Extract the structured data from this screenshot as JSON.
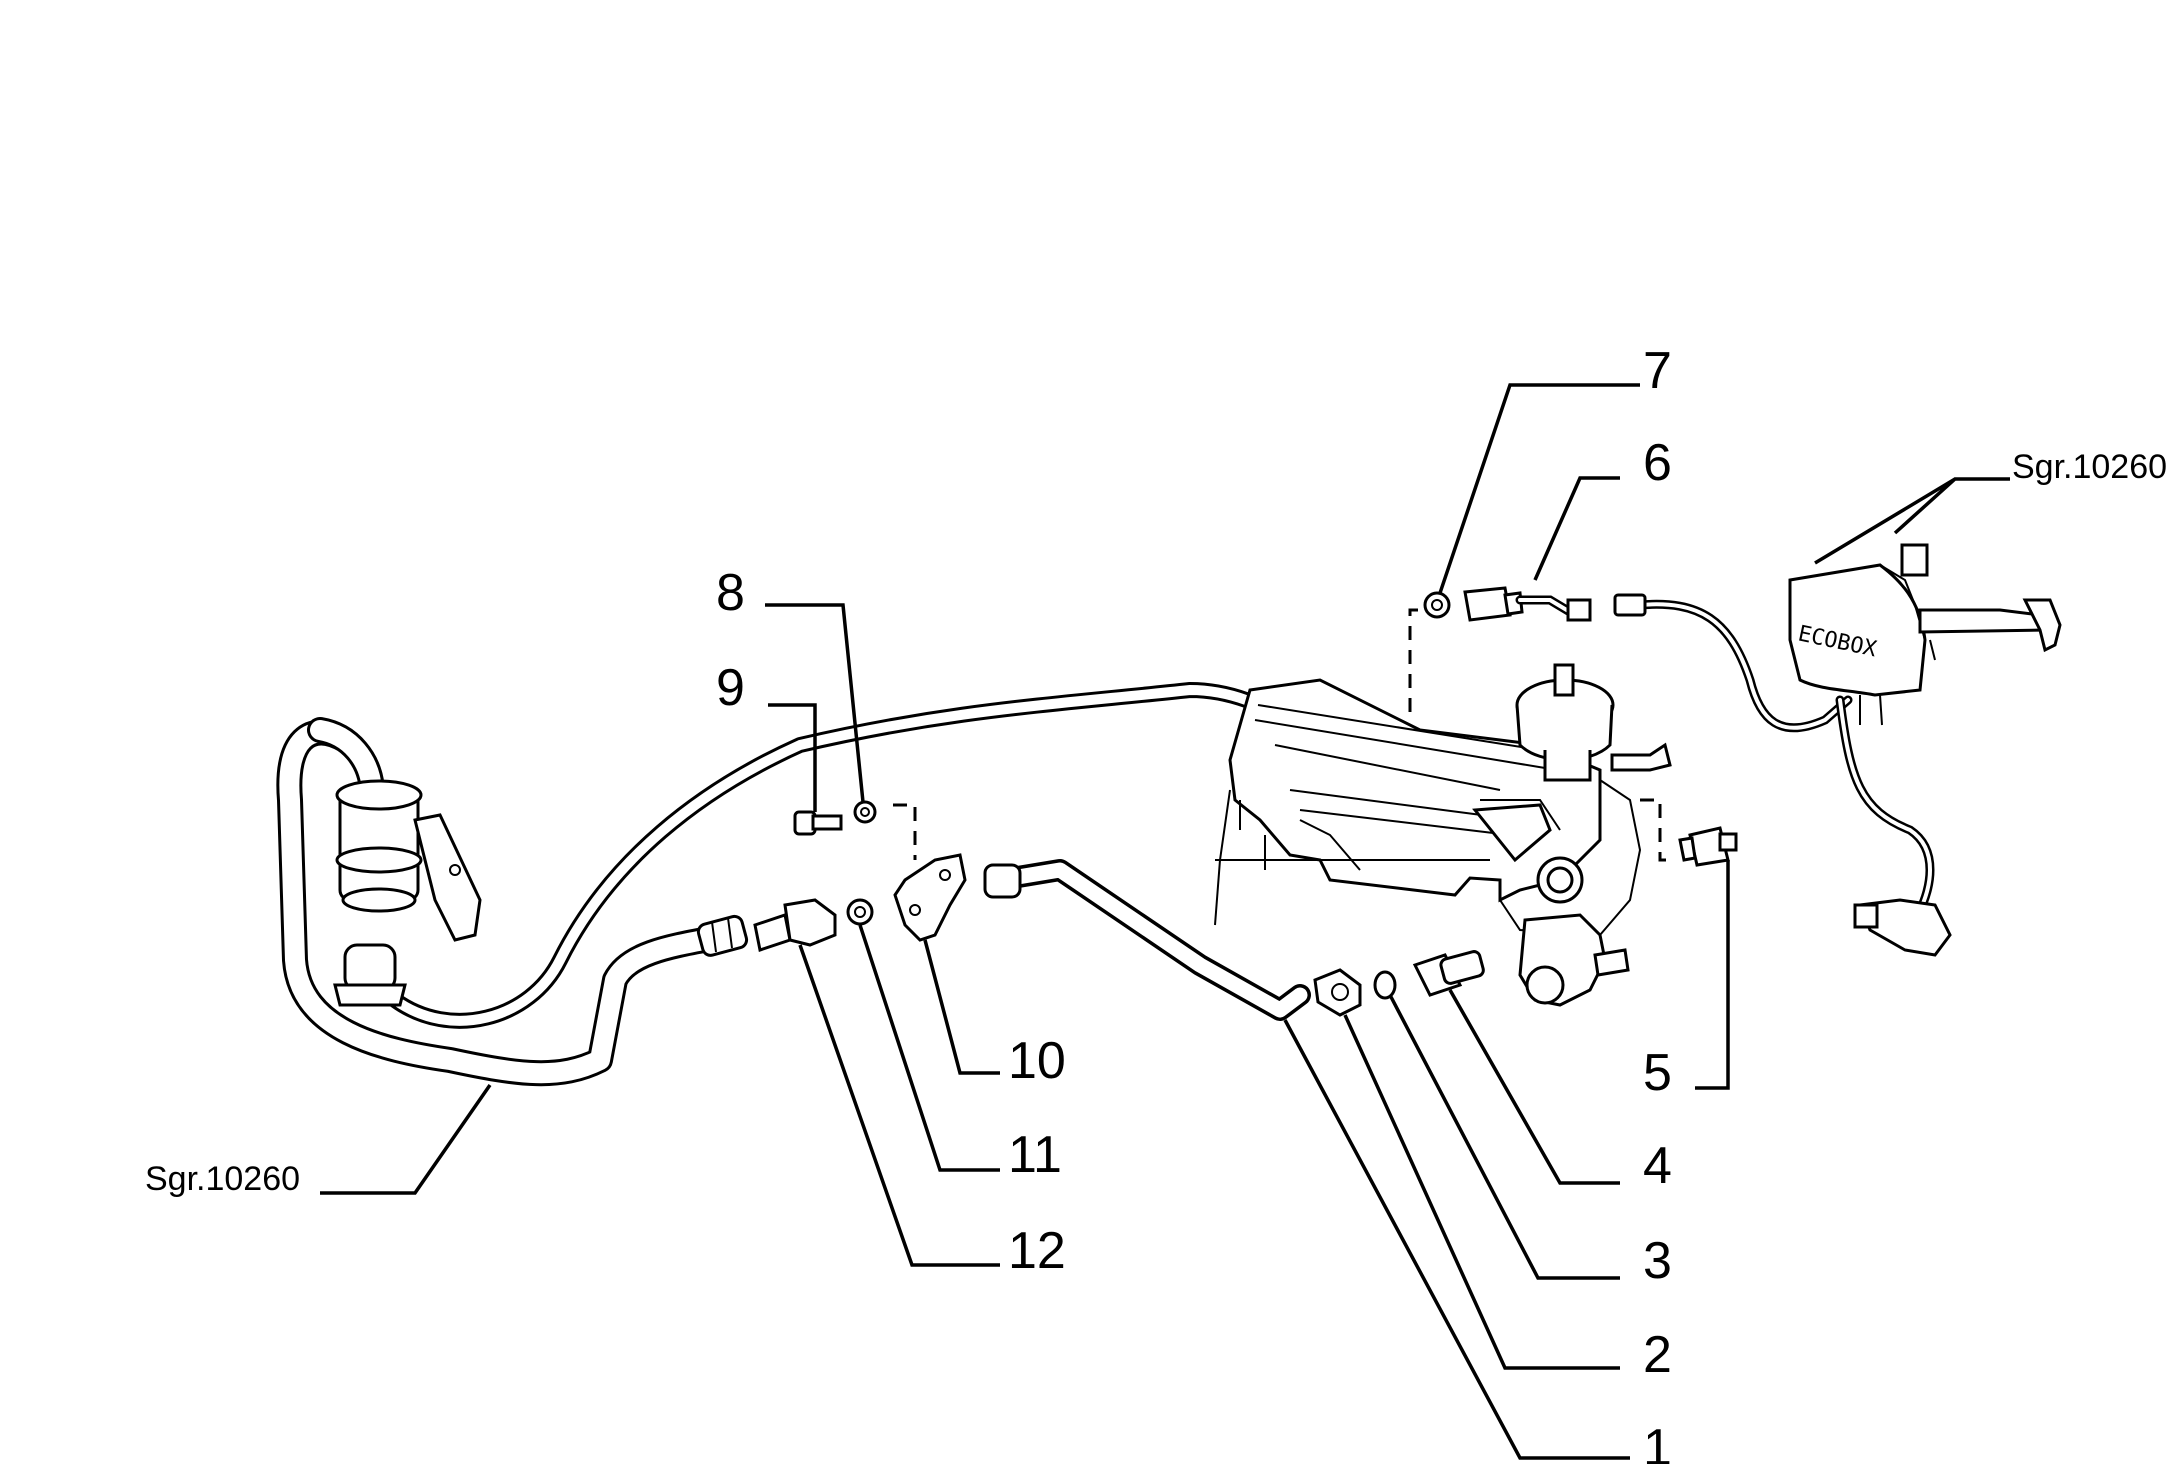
{
  "diagram": {
    "callouts": [
      {
        "id": "1",
        "label": "1"
      },
      {
        "id": "2",
        "label": "2"
      },
      {
        "id": "3",
        "label": "3"
      },
      {
        "id": "4",
        "label": "4"
      },
      {
        "id": "5",
        "label": "5"
      },
      {
        "id": "6",
        "label": "6"
      },
      {
        "id": "7",
        "label": "7"
      },
      {
        "id": "8",
        "label": "8"
      },
      {
        "id": "9",
        "label": "9"
      },
      {
        "id": "10",
        "label": "10"
      },
      {
        "id": "11",
        "label": "11"
      },
      {
        "id": "12",
        "label": "12"
      }
    ],
    "references": {
      "left": "Sgr.10260",
      "right": "Sgr.10260"
    },
    "module_label": "ECOBOX"
  }
}
